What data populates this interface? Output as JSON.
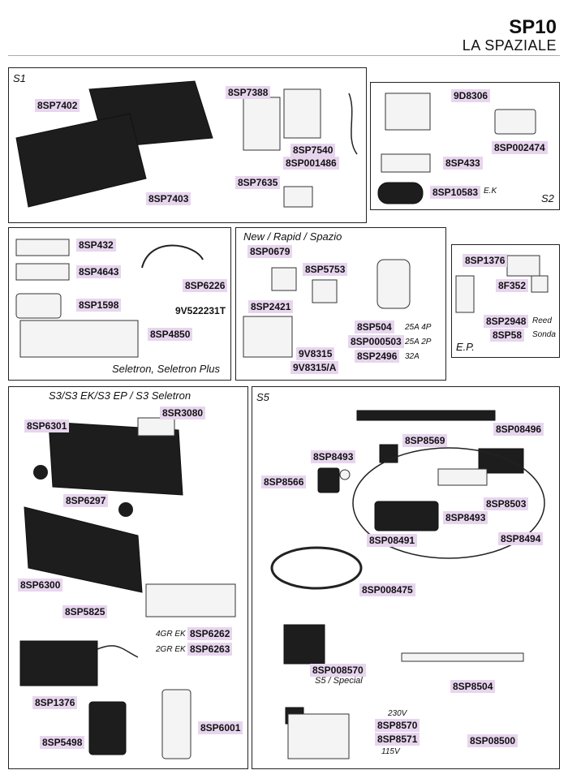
{
  "header": {
    "title": "SP10",
    "subtitle": "LA SPAZIALE"
  },
  "s1": {
    "section": "S1",
    "parts": [
      "8SP7402",
      "8SP7388",
      "8SP7540",
      "8SP001486",
      "8SP7635",
      "8SP7403"
    ]
  },
  "s2": {
    "section": "S2",
    "parts": [
      "9D8306",
      "8SP002474",
      "8SP433",
      "8SP10583"
    ],
    "note_ek": "E.K"
  },
  "selet": {
    "caption": "Seletron, Seletron Plus",
    "parts": [
      "8SP432",
      "8SP4643",
      "8SP6226",
      "8SP1598",
      "9V522231T",
      "8SP4850"
    ]
  },
  "newrap": {
    "caption": "New / Rapid / Spazio",
    "parts": [
      "8SP0679",
      "8SP5753",
      "8SP2421",
      "8SP504",
      "8SP000503",
      "8SP2496",
      "9V8315",
      "9V8315/A"
    ],
    "notes": [
      "25A 4P",
      "25A 2P",
      "32A"
    ]
  },
  "ep": {
    "caption": "E.P.",
    "parts": [
      "8SP1376",
      "8F352",
      "8SP2948",
      "8SP58"
    ],
    "notes": [
      "Reed",
      "Sonda"
    ]
  },
  "s3": {
    "caption": "S3/S3 EK/S3 EP / S3 Seletron",
    "parts": [
      "8SP6301",
      "8SR3080",
      "8SP6297",
      "8SP6300",
      "8SP5825",
      "8SP6262",
      "8SP6263",
      "8SP1376",
      "8SP6001",
      "8SP5498"
    ],
    "notes": [
      "4GR EK",
      "2GR EK"
    ]
  },
  "s5": {
    "section": "S5",
    "parts": [
      "8SP08496",
      "8SP8493",
      "8SP8569",
      "8SP8566",
      "8SP8503",
      "8SP8493",
      "8SP08491",
      "8SP8494",
      "8SP008475",
      "8SP008570",
      "8SP8504",
      "8SP8570",
      "8SP8571",
      "8SP08500"
    ],
    "notes": [
      "S5 / Special",
      "230V",
      "115V"
    ]
  }
}
